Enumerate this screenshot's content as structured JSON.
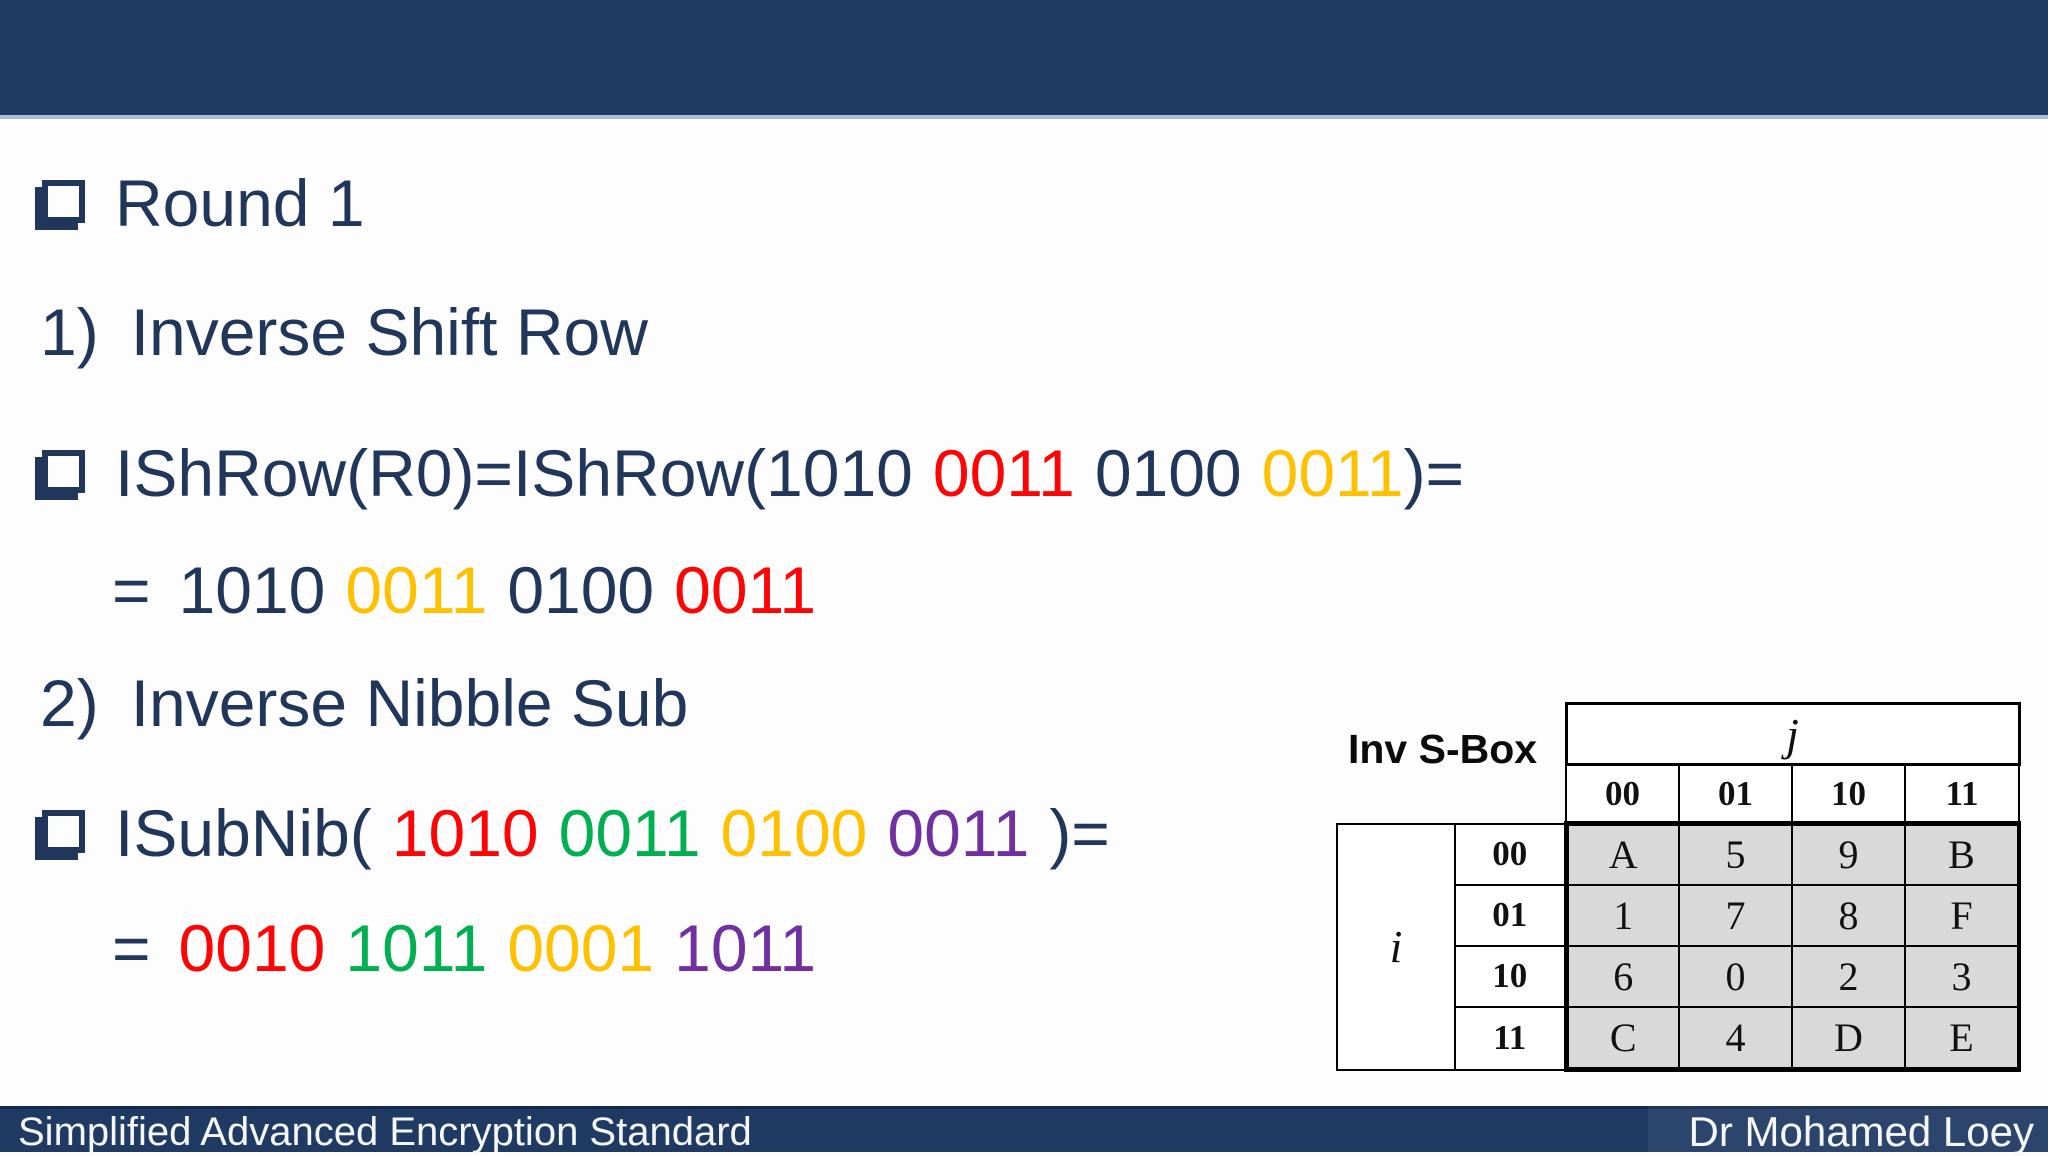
{
  "palette": {
    "navy": "#1f3a63",
    "text_navy": "#20365a",
    "red": "#fe0404",
    "yellow": "#ffc000",
    "green": "#00b050",
    "purple": "#7030a0",
    "table_cell_gray": "#d9d9d9",
    "header_separator": "#a9bcd6"
  },
  "slide": {
    "round_title": "Round 1",
    "item1": {
      "num": "1)",
      "text": "Inverse Shift Row"
    },
    "ishrow_call": {
      "prefix": "IShRow(R0)=IShRow(",
      "nibbles": [
        {
          "t": "1010",
          "c": "navy"
        },
        {
          "t": "0011",
          "c": "red"
        },
        {
          "t": "0100",
          "c": "navy"
        },
        {
          "t": "0011",
          "c": "yellow"
        }
      ],
      "suffix": ")="
    },
    "ishrow_result": {
      "eq": "=",
      "nibbles": [
        {
          "t": "1010",
          "c": "navy"
        },
        {
          "t": "0011",
          "c": "yellow"
        },
        {
          "t": "0100",
          "c": "navy"
        },
        {
          "t": "0011",
          "c": "red"
        }
      ]
    },
    "item2": {
      "num": "2)",
      "text": "Inverse Nibble Sub"
    },
    "isubnib_call": {
      "prefix": "ISubNib(",
      "nibbles": [
        {
          "t": "1010",
          "c": "red"
        },
        {
          "t": "0011",
          "c": "green"
        },
        {
          "t": "0100",
          "c": "yellow"
        },
        {
          "t": "0011",
          "c": "purple"
        }
      ],
      "suffix": ")="
    },
    "isubnib_result": {
      "eq": "=",
      "nibbles": [
        {
          "t": "0010",
          "c": "red"
        },
        {
          "t": "1011",
          "c": "green"
        },
        {
          "t": "0001",
          "c": "yellow"
        },
        {
          "t": "1011",
          "c": "purple"
        }
      ]
    }
  },
  "sbox": {
    "label": "Inv S-Box",
    "col_axis": "j",
    "row_axis": "i",
    "col_headers": [
      "00",
      "01",
      "10",
      "11"
    ],
    "row_headers": [
      "00",
      "01",
      "10",
      "11"
    ],
    "rows": [
      [
        "A",
        "5",
        "9",
        "B"
      ],
      [
        "1",
        "7",
        "8",
        "F"
      ],
      [
        "6",
        "0",
        "2",
        "3"
      ],
      [
        "C",
        "4",
        "D",
        "E"
      ]
    ]
  },
  "footer": {
    "left": "Simplified Advanced Encryption Standard",
    "right": "Dr Mohamed Loey"
  }
}
